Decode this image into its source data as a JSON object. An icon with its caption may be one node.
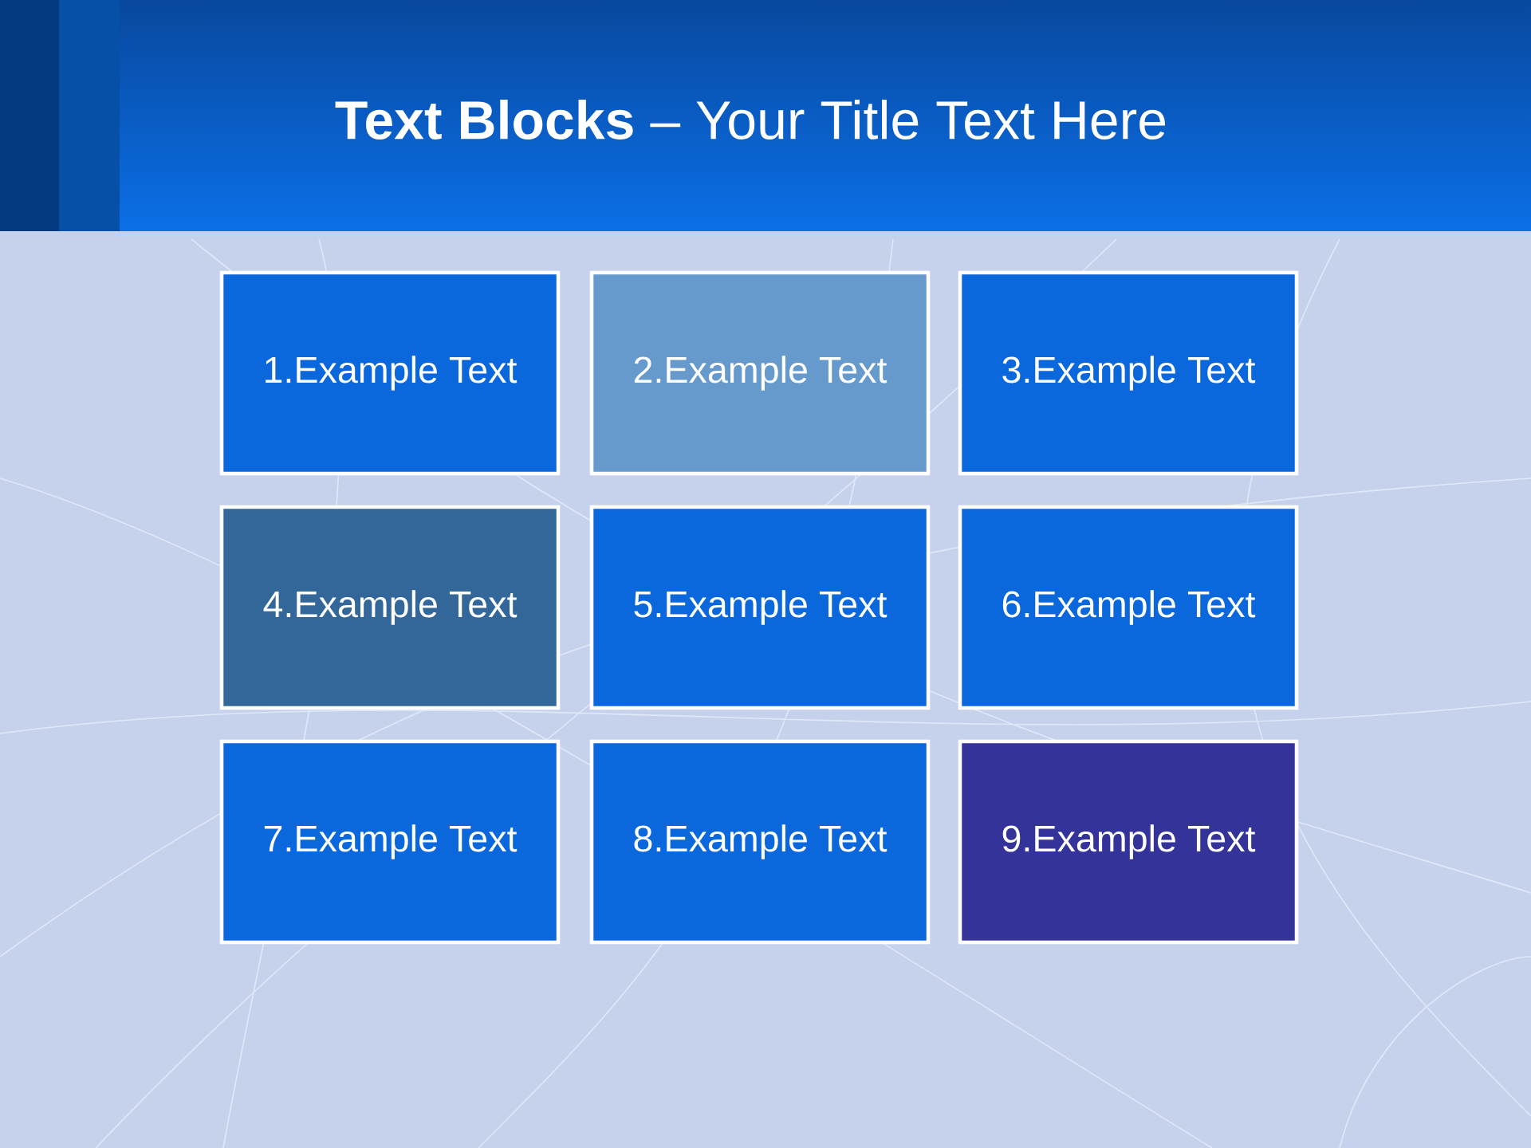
{
  "diagram": {
    "title": "**Text Blocks** – Your Title Text Here",
    "nodes": [
      {
        "text": [
          "1.Example Text"
        ]
      },
      {
        "text": [
          "2.Example Text"
        ]
      },
      {
        "text": [
          "3.Example Text"
        ]
      },
      {
        "text": [
          "4.Example Text"
        ]
      },
      {
        "text": [
          "5.Example Text"
        ]
      },
      {
        "text": [
          "6.Example Text"
        ]
      },
      {
        "text": [
          "7.Example Text"
        ]
      },
      {
        "text": [
          "8.Example Text"
        ]
      },
      {
        "text": [
          "9.Example Text"
        ]
      }
    ]
  }
}
